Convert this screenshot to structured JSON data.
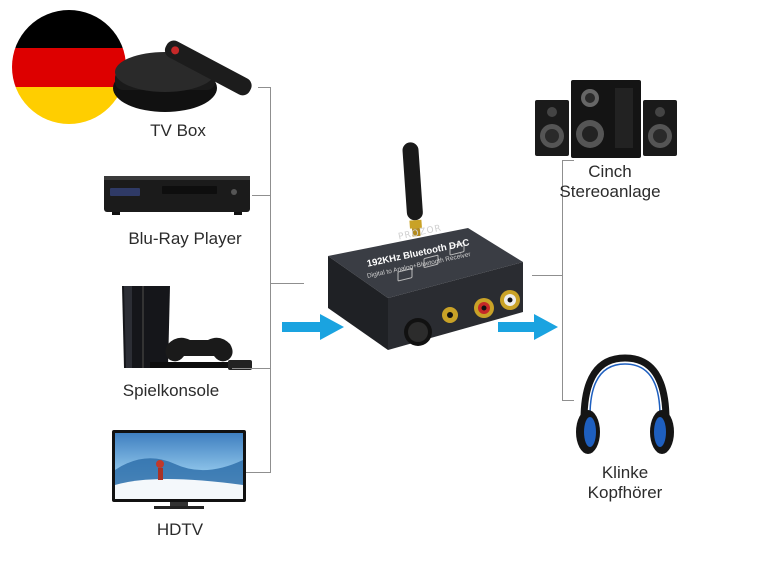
{
  "flag": {
    "colors": [
      "#000000",
      "#dd0000",
      "#ffce00"
    ]
  },
  "sources": [
    {
      "label": "TV Box",
      "icon": "tv-box-icon"
    },
    {
      "label": "Blu-Ray Player",
      "icon": "bluray-player-icon"
    },
    {
      "label": "Spielkonsole",
      "icon": "game-console-icon"
    },
    {
      "label": "HDTV",
      "icon": "hdtv-icon"
    }
  ],
  "outputs": [
    {
      "line1": "Cinch",
      "line2": "Stereoanlage",
      "icon": "speakers-icon"
    },
    {
      "line1": "Klinke",
      "line2": "Kopfhörer",
      "icon": "headphones-icon"
    }
  ],
  "device": {
    "brand": "PROZOR",
    "title": "192KHz Bluetooth DAC",
    "subtitle": "Digital to Analog+Bluetooth Receiver",
    "icon": "dac-converter-icon"
  },
  "colors": {
    "arrow": "#1aa3e0",
    "line": "#8f8f8f",
    "device": "#2a2c31"
  }
}
